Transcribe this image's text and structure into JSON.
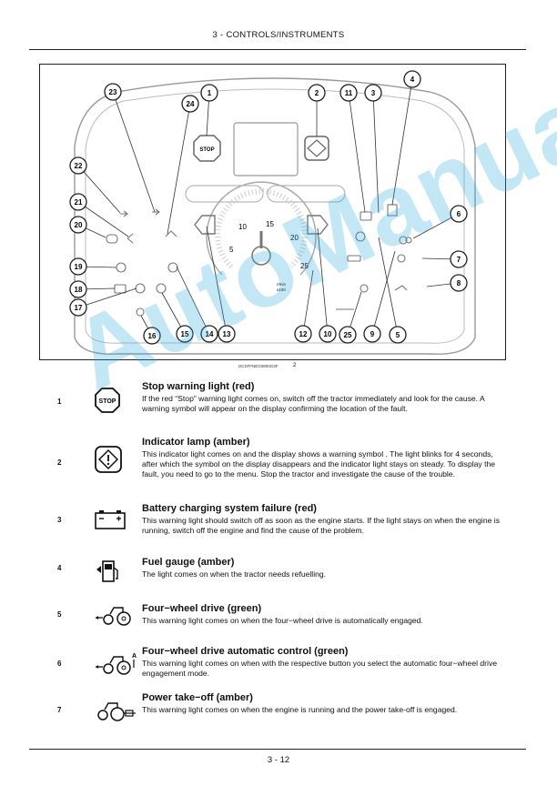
{
  "header": {
    "title": "3 - CONTROLS/INSTRUMENTS"
  },
  "figure": {
    "code": "DCSFFNEG0800G3F",
    "number": "2",
    "callouts": [
      "1",
      "2",
      "3",
      "4",
      "5",
      "6",
      "7",
      "8",
      "9",
      "10",
      "11",
      "12",
      "13",
      "14",
      "15",
      "16",
      "17",
      "18",
      "19",
      "20",
      "21",
      "22",
      "23",
      "24",
      "25"
    ],
    "gauge": {
      "ticks": [
        "5",
        "10",
        "15",
        "20",
        "25"
      ],
      "unit_top": "r/min",
      "unit_bottom": "x100"
    },
    "stop_label": "STOP"
  },
  "entries": [
    {
      "number": "1",
      "icon": "stop-warning-icon",
      "title": "Stop warning light (red)",
      "description": "If the red “Stop” warning light comes on, switch off the tractor immediately and look for the cause. A warning symbol will appear on the display confirming the location of the fault."
    },
    {
      "number": "2",
      "icon": "indicator-lamp-icon",
      "title": "Indicator lamp (amber)",
      "description": "This indicator light comes on and the display shows a warning symbol . The light blinks for 4 seconds, after which the symbol on the display disappears and the indicator light stays on steady. To display the fault, you need to go to the menu. Stop the tractor and investigate the cause of the trouble."
    },
    {
      "number": "3",
      "icon": "battery-icon",
      "title": "Battery charging system failure (red)",
      "description": "This warning light should switch off as soon as the engine starts. If the light stays on when the engine is running, switch off the engine and find the cause of the problem."
    },
    {
      "number": "4",
      "icon": "fuel-pump-icon",
      "title": "Fuel gauge (amber)",
      "description": "The light comes on when the tractor needs refuelling."
    },
    {
      "number": "5",
      "icon": "four-wheel-drive-icon",
      "title": "Four−wheel drive (green)",
      "description": "This warning light comes on when the four−wheel drive is automatically engaged."
    },
    {
      "number": "6",
      "icon": "four-wheel-drive-auto-icon",
      "title": "Four−wheel drive automatic control (green)",
      "description": "This warning light comes on when with the respective button you select the automatic four−wheel drive engagement mode."
    },
    {
      "number": "7",
      "icon": "power-take-off-icon",
      "title": "Power take−off (amber)",
      "description": "This warning light comes on when the engine is running and the power take-off is engaged."
    }
  ],
  "watermark": "AutoManual",
  "footer": {
    "page": "3 - 12"
  }
}
